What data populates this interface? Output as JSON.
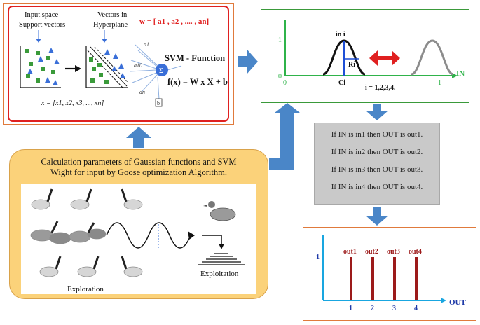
{
  "svm_panel": {
    "input_space_label": "Input space",
    "support_vectors_label": "Support vectors",
    "vectors_in_label": "Vectors in",
    "hyperplane_label": "Hyperplane",
    "weight_equation": "w = [ a1 , a2 , .... , an]",
    "svm_function_label": "SVM - Function",
    "function_equation": "f(x) = W x X + b",
    "input_vector": "x = [x1, x2, x3, ..., xn]",
    "neuron_symbol": "Σ",
    "weight_labels": [
      "a1",
      "a10",
      "an"
    ],
    "bias_label": "b"
  },
  "gauss_panel": {
    "y_tick_one": "1",
    "y_tick_zero": "0",
    "x_tick_zero": "0",
    "x_tick_one": "1",
    "axis_label": "IN",
    "in_i_label": "in i",
    "ri_label": "Ri",
    "ci_label": "Ci",
    "index_label": "i = 1,2,3,4.",
    "colors": {
      "axis": "#2fb34a",
      "center": "#1e4fd6",
      "arrow": "#e02020",
      "curve_fit": "#111111",
      "curve_gray": "#8c8c8c"
    }
  },
  "rules_panel": {
    "rules": [
      "If IN is in1 then OUT is out1.",
      "If IN is in2 then OUT is out2.",
      "If IN is in3 then OUT is out3.",
      "If IN is in4 then OUT is out4."
    ]
  },
  "goose_panel": {
    "title_line1": "Calculation parameters of Gaussian functions and SVM",
    "title_line2": "Wight for input by Goose optimization Algorithm.",
    "exploration_label": "Exploration",
    "exploitation_label": "Exploitation"
  },
  "output_chart": {
    "y_tick": "1",
    "x_axis_label": "OUT",
    "x_ticks": [
      "1",
      "2",
      "3",
      "4"
    ],
    "bar_labels": [
      "out1",
      "out2",
      "out3",
      "out4"
    ],
    "bar_values": [
      1,
      1,
      1,
      1
    ],
    "colors": {
      "axis": "#19a6e0",
      "bar": "#9c1a1a",
      "label": "#9c1a1a",
      "tick": "#1e3aa8"
    }
  },
  "flow_arrows": {
    "color": "#4a86c8"
  }
}
